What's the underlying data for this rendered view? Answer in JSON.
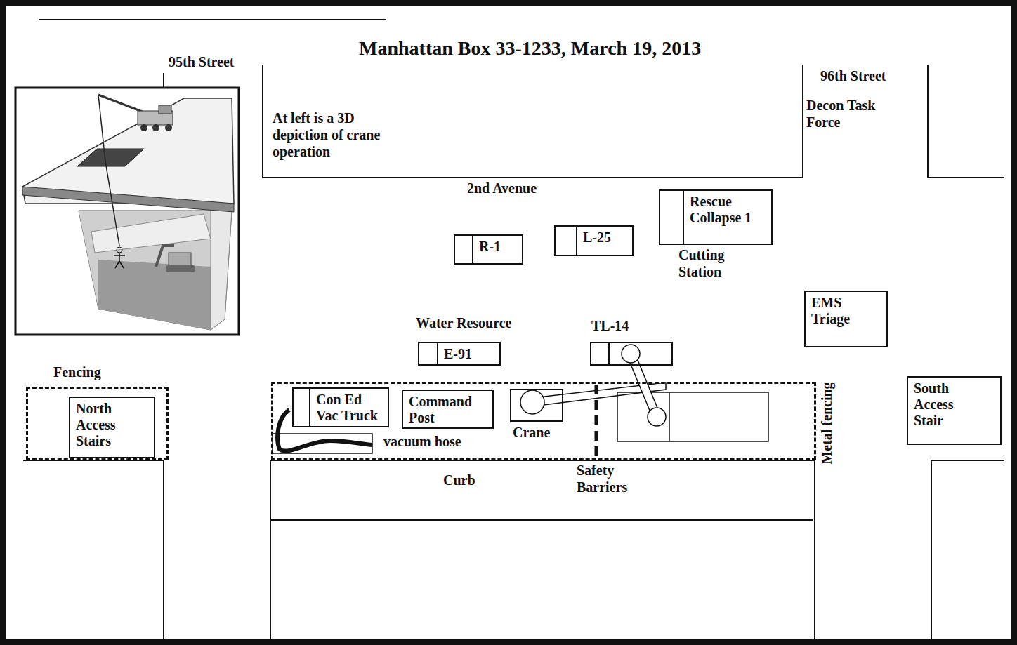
{
  "diagram": {
    "title": "Manhattan Box 33-1233, March 19, 2013",
    "nodes": [
      {
        "text": [
          "Rescue Collapse 1"
        ]
      },
      {
        "text": [
          "L-25"
        ]
      },
      {
        "text": [
          "R-1"
        ]
      },
      {
        "text": [
          "EMS Triage"
        ]
      },
      {
        "text": [
          "E-91"
        ]
      },
      {
        "text": [
          "TL-14"
        ]
      },
      {
        "text": [
          "Fencing"
        ]
      },
      {
        "text": [
          "North Access Stairs"
        ],
        "in": 6
      },
      {
        "text": [
          "Metal fencing"
        ]
      },
      {
        "text": [
          "Con Ed Vac Truck"
        ],
        "in": 8
      },
      {
        "text": [
          "Command Post"
        ],
        "in": 8
      },
      {
        "text": [
          "Crane"
        ],
        "in": 8
      },
      {
        "text": [
          "South Access Stair"
        ]
      }
    ],
    "labels": [
      "95th Street",
      "96th Street",
      "At left is a 3D depiction of crane operation",
      "2nd Avenue",
      "Decon Task Force",
      "Cutting Station",
      "Water Resource",
      "vacuum hose",
      "Curb",
      "Safety Barriers"
    ]
  }
}
